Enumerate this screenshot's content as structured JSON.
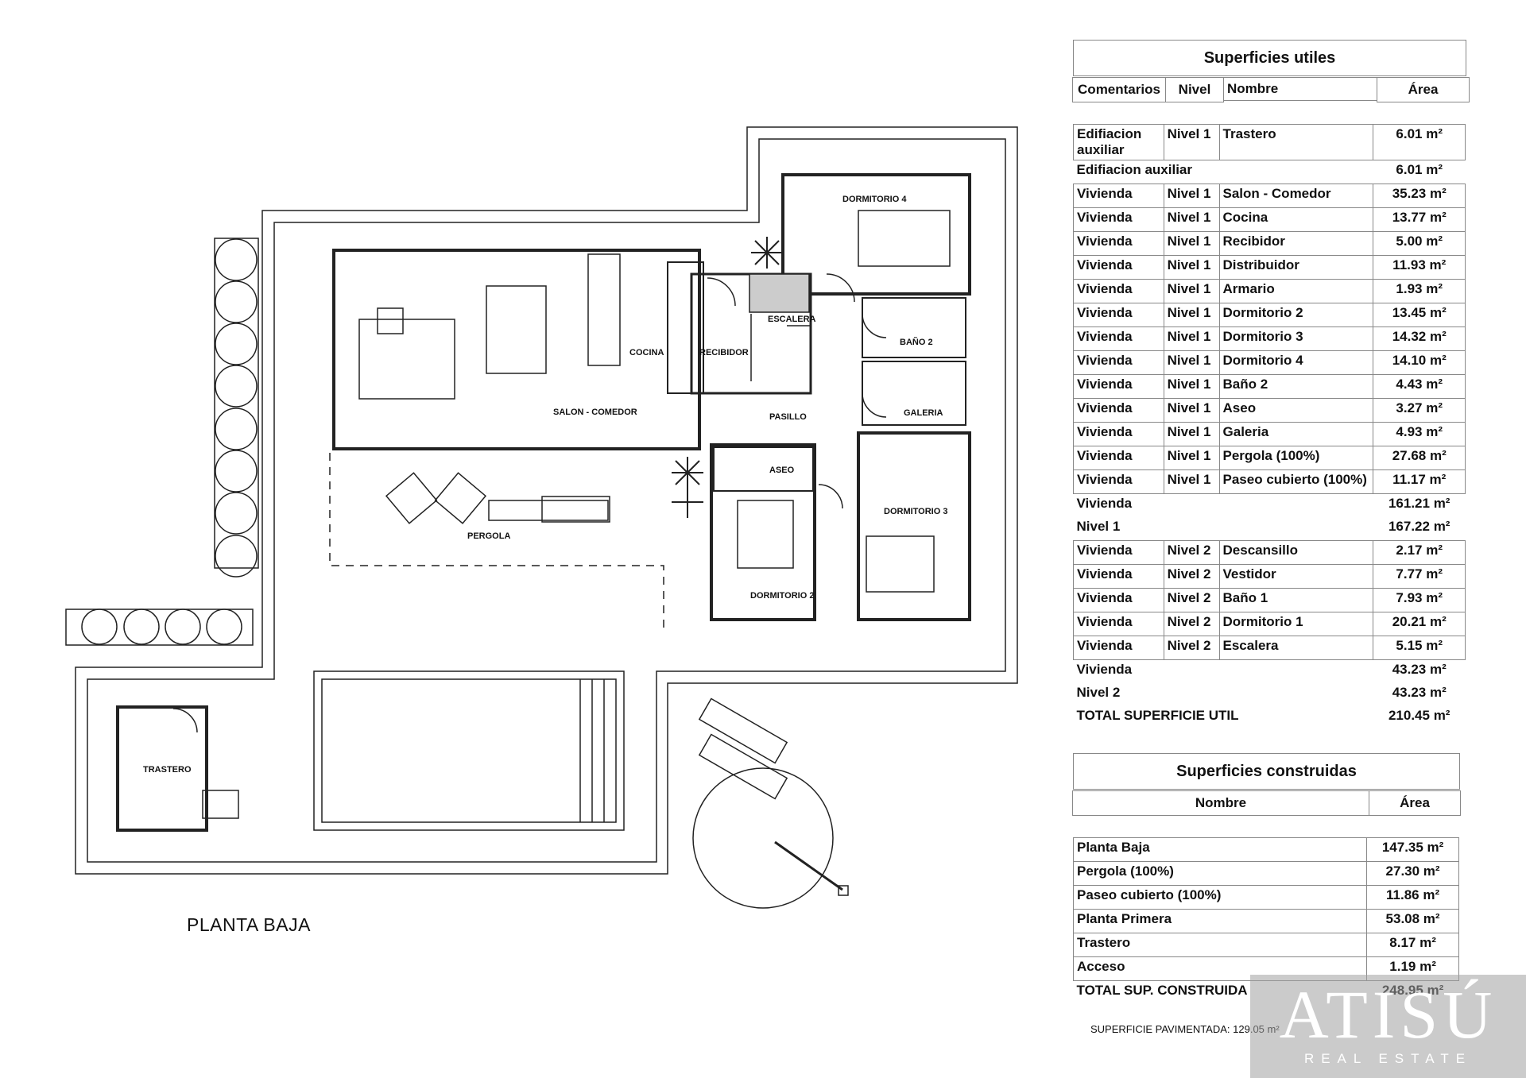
{
  "plan": {
    "title": "PLANTA BAJA",
    "paved_area": "SUPERFICIE PAVIMENTADA: 129.05 m²",
    "rooms": {
      "dormitorio4": "DORMITORIO 4",
      "escalera": "ESCALERA",
      "cocina": "COCINA",
      "recibidor": "RECIBIDOR",
      "bano2": "BAÑO 2",
      "salon": "SALON - COMEDOR",
      "pasillo": "PASILLO",
      "galeria": "GALERIA",
      "aseo": "ASEO",
      "dormitorio3": "DORMITORIO 3",
      "pergola": "PERGOLA",
      "dormitorio2": "DORMITORIO 2",
      "trastero": "TRASTERO"
    }
  },
  "useful": {
    "title": "Superficies utiles",
    "headers": [
      "Comentarios",
      "Nivel",
      "Nombre",
      "Área"
    ],
    "rows": [
      {
        "c": "Edifiacion auxiliar",
        "n": "Nivel 1",
        "name": "Trastero",
        "a": "6.01 m²",
        "kind": "row"
      },
      {
        "c": "Edifiacion auxiliar",
        "n": "",
        "name": "",
        "a": "6.01 m²",
        "kind": "sub"
      },
      {
        "c": "Vivienda",
        "n": "Nivel 1",
        "name": "Salon - Comedor",
        "a": "35.23 m²",
        "kind": "row"
      },
      {
        "c": "Vivienda",
        "n": "Nivel 1",
        "name": "Cocina",
        "a": "13.77 m²",
        "kind": "row"
      },
      {
        "c": "Vivienda",
        "n": "Nivel 1",
        "name": "Recibidor",
        "a": "5.00 m²",
        "kind": "row"
      },
      {
        "c": "Vivienda",
        "n": "Nivel 1",
        "name": "Distribuidor",
        "a": "11.93 m²",
        "kind": "row"
      },
      {
        "c": "Vivienda",
        "n": "Nivel 1",
        "name": "Armario",
        "a": "1.93 m²",
        "kind": "row"
      },
      {
        "c": "Vivienda",
        "n": "Nivel 1",
        "name": "Dormitorio 2",
        "a": "13.45 m²",
        "kind": "row"
      },
      {
        "c": "Vivienda",
        "n": "Nivel 1",
        "name": "Dormitorio 3",
        "a": "14.32 m²",
        "kind": "row"
      },
      {
        "c": "Vivienda",
        "n": "Nivel 1",
        "name": "Dormitorio 4",
        "a": "14.10 m²",
        "kind": "row"
      },
      {
        "c": "Vivienda",
        "n": "Nivel 1",
        "name": "Baño 2",
        "a": "4.43 m²",
        "kind": "row"
      },
      {
        "c": "Vivienda",
        "n": "Nivel 1",
        "name": "Aseo",
        "a": "3.27 m²",
        "kind": "row"
      },
      {
        "c": "Vivienda",
        "n": "Nivel 1",
        "name": "Galeria",
        "a": "4.93 m²",
        "kind": "row"
      },
      {
        "c": "Vivienda",
        "n": "Nivel 1",
        "name": "Pergola (100%)",
        "a": "27.68 m²",
        "kind": "row"
      },
      {
        "c": "Vivienda",
        "n": "Nivel 1",
        "name": "Paseo cubierto (100%)",
        "a": "11.17 m²",
        "kind": "row"
      },
      {
        "c": "Vivienda",
        "n": "",
        "name": "",
        "a": "161.21 m²",
        "kind": "sub"
      },
      {
        "c": "Nivel 1",
        "n": "",
        "name": "",
        "a": "167.22 m²",
        "kind": "sub"
      },
      {
        "c": "Vivienda",
        "n": "Nivel 2",
        "name": "Descansillo",
        "a": "2.17 m²",
        "kind": "row"
      },
      {
        "c": "Vivienda",
        "n": "Nivel 2",
        "name": "Vestidor",
        "a": "7.77 m²",
        "kind": "row"
      },
      {
        "c": "Vivienda",
        "n": "Nivel 2",
        "name": "Baño 1",
        "a": "7.93 m²",
        "kind": "row"
      },
      {
        "c": "Vivienda",
        "n": "Nivel 2",
        "name": "Dormitorio 1",
        "a": "20.21 m²",
        "kind": "row"
      },
      {
        "c": "Vivienda",
        "n": "Nivel 2",
        "name": "Escalera",
        "a": "5.15 m²",
        "kind": "row"
      },
      {
        "c": "Vivienda",
        "n": "",
        "name": "",
        "a": "43.23 m²",
        "kind": "sub"
      },
      {
        "c": "Nivel 2",
        "n": "",
        "name": "",
        "a": "43.23 m²",
        "kind": "sub"
      },
      {
        "c": "TOTAL SUPERFICIE UTIL",
        "n": "",
        "name": "",
        "a": "210.45 m²",
        "kind": "sub"
      }
    ]
  },
  "built": {
    "title": "Superficies construidas",
    "headers": [
      "Nombre",
      "Área"
    ],
    "rows": [
      {
        "name": "Planta Baja",
        "a": "147.35 m²",
        "kind": "row"
      },
      {
        "name": "Pergola (100%)",
        "a": "27.30 m²",
        "kind": "row"
      },
      {
        "name": "Paseo cubierto (100%)",
        "a": "11.86 m²",
        "kind": "row"
      },
      {
        "name": "Planta Primera",
        "a": "53.08 m²",
        "kind": "row"
      },
      {
        "name": "Trastero",
        "a": "8.17 m²",
        "kind": "row"
      },
      {
        "name": "Acceso",
        "a": "1.19 m²",
        "kind": "row"
      },
      {
        "name": "TOTAL SUP. CONSTRUIDA",
        "a": "248.95 m²",
        "kind": "sub"
      }
    ]
  },
  "watermark": {
    "logo": "ATISÚ",
    "sub": "REAL ESTATE"
  }
}
